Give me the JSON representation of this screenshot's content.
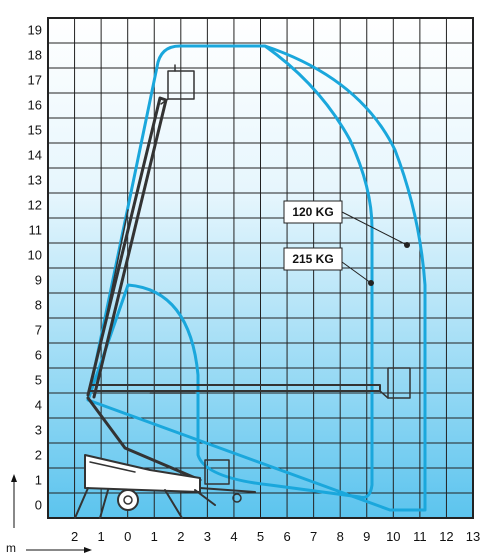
{
  "chart_data": {
    "type": "working-range-diagram",
    "x_axis": {
      "unit": "m",
      "ticks": [
        "2",
        "1",
        "0",
        "1",
        "2",
        "3",
        "4",
        "5",
        "6",
        "7",
        "8",
        "9",
        "10",
        "11",
        "12",
        "13"
      ]
    },
    "y_axis": {
      "ticks": [
        "0",
        "1",
        "2",
        "3",
        "4",
        "5",
        "6",
        "7",
        "8",
        "9",
        "10",
        "11",
        "12",
        "13",
        "14",
        "15",
        "16",
        "17",
        "18",
        "19"
      ]
    },
    "grid": true,
    "loads": [
      {
        "label": "120 KG",
        "envelope": "outer"
      },
      {
        "label": "215 KG",
        "envelope": "inner"
      }
    ],
    "colors": {
      "envelope": "#1aa7dc",
      "gradient_top": "#ffffff",
      "gradient_bottom": "#5cc4ee",
      "grid": "#222222",
      "machine": "#333333"
    }
  }
}
